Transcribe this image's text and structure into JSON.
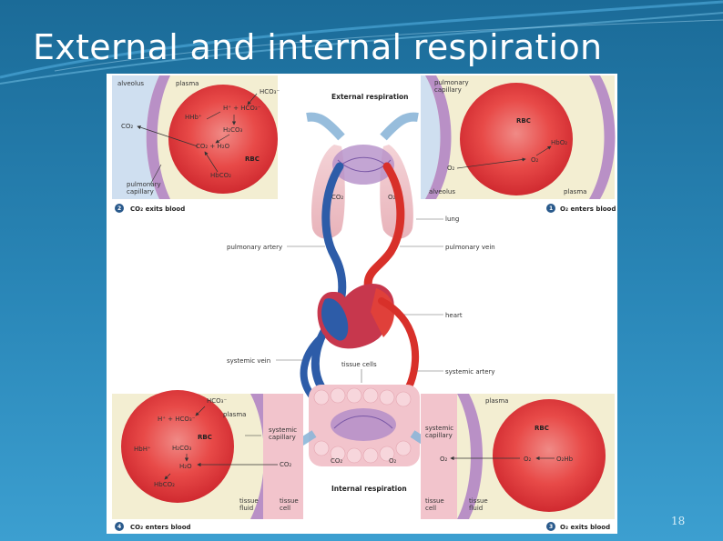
{
  "slide": {
    "title": "External and internal respiration",
    "page_number": "18"
  },
  "figure": {
    "header_external": "External respiration",
    "header_internal": "Internal respiration",
    "center_labels": {
      "lung": "lung",
      "pulmonary_artery": "pulmonary artery",
      "pulmonary_vein": "pulmonary vein",
      "heart": "heart",
      "systemic_vein": "systemic vein",
      "tissue_cells": "tissue cells",
      "systemic_artery": "systemic artery",
      "co2_top": "CO₂",
      "o2_top": "O₂",
      "co2_bottom": "CO₂",
      "o2_bottom": "O₂"
    },
    "panel_tl": {
      "alveolus": "alveolus",
      "plasma": "plasma",
      "hco3": "HCO₃⁻",
      "h_plus_hco3": "H⁺ + HCO₃⁻",
      "hhb": "HHb⁺",
      "h2co3": "H₂CO₃",
      "co2_left": "CO₂",
      "co2_h2o": "CO₂ + H₂O",
      "rbc": "RBC",
      "hbco2": "HbCO₂",
      "pulmonary_capillary": [
        "pulmonary",
        "capillary"
      ],
      "step": "2",
      "caption": "CO₂ exits blood"
    },
    "panel_tr": {
      "pulmonary_capillary": [
        "pulmonary",
        "capillary"
      ],
      "rbc": "RBC",
      "hbo2": "HbO₂",
      "o2_in": "O₂",
      "o2_out": "O₂",
      "alveolus": "alveolus",
      "plasma": "plasma",
      "step": "1",
      "caption": "O₂ enters blood"
    },
    "panel_bl": {
      "hco3": "HCO₃⁻",
      "h_plus_hco3": "H⁺ + HCO₃⁻",
      "plasma": "plasma",
      "hhb": "HbH⁺",
      "h2co3": "H₂CO₃",
      "rbc": "RBC",
      "h2o": "H₂O",
      "hbco2": "HbCO₂",
      "co2": "CO₂",
      "systemic_capillary": [
        "systemic",
        "capillary"
      ],
      "tissue_fluid": [
        "tissue",
        "fluid"
      ],
      "tissue_cell": [
        "tissue",
        "cell"
      ],
      "step": "4",
      "caption": "CO₂ enters blood"
    },
    "panel_br": {
      "plasma": "plasma",
      "rbc": "RBC",
      "systemic_capillary": [
        "systemic",
        "capillary"
      ],
      "o2_a": "O₂",
      "o2_b": "O₂",
      "o2hb": "O₂Hb",
      "tissue_cell": [
        "tissue",
        "cell"
      ],
      "tissue_fluid": [
        "tissue",
        "fluid"
      ],
      "step": "3",
      "caption": "O₂ exits blood"
    }
  },
  "colors": {
    "background_top": "#1b6b98",
    "background_bottom": "#3c9fd0",
    "rbc": "#e4343a",
    "oxygenated": "#d8302a",
    "deoxygenated": "#2d5ca8",
    "capillary_wall": "#a77fb8",
    "alveolus": "#cfdff0",
    "plasma": "#f3eed2",
    "step_badge": "#2a5a8c"
  }
}
